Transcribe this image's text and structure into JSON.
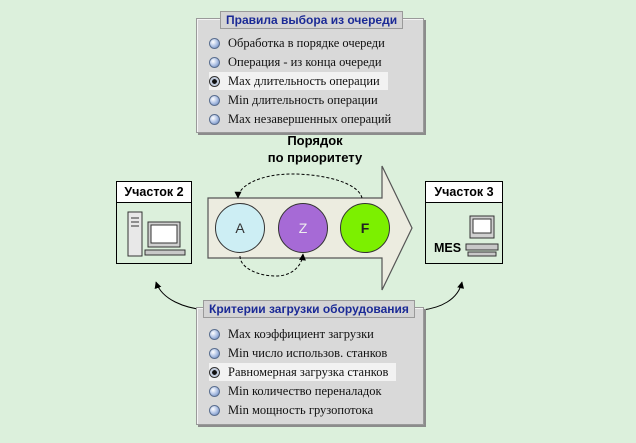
{
  "queue_rules": {
    "title": "Правила выбора из очереди",
    "options": [
      {
        "label": "Обработка в порядке очереди",
        "selected": false
      },
      {
        "label": "Операция - из конца очереди",
        "selected": false
      },
      {
        "label": "Max длительность операции",
        "selected": true
      },
      {
        "label": "Min  длительность операции",
        "selected": false
      },
      {
        "label": "Max незавершенных операций",
        "selected": false
      }
    ]
  },
  "priority_label_line1": "Порядок",
  "priority_label_line2": "по приоритету",
  "station_left": {
    "title": "Участок 2",
    "icon": "workstation-icon"
  },
  "station_right": {
    "title": "Участок 3",
    "label": "MES",
    "icon": "monitor-icon"
  },
  "queue_items": [
    {
      "letter": "A",
      "color": "#cdeef4"
    },
    {
      "letter": "Z",
      "color": "#a66ad6"
    },
    {
      "letter": "F",
      "color": "#7cf000"
    }
  ],
  "load_criteria": {
    "title": "Критерии загрузки оборудования",
    "options": [
      {
        "label": "Max коэффициент загрузки",
        "selected": false
      },
      {
        "label": "Min число использов. станков",
        "selected": false
      },
      {
        "label": "Равномерная загрузка станков",
        "selected": true
      },
      {
        "label": "Min  количество переналадок",
        "selected": false
      },
      {
        "label": "Min мощность грузопотока",
        "selected": false
      }
    ]
  },
  "colors": {
    "background": "#dcf0dc",
    "panel_title_text": "#1b2a96",
    "arrow_fill": "#ecece0",
    "station_body": "#d6efcf"
  }
}
